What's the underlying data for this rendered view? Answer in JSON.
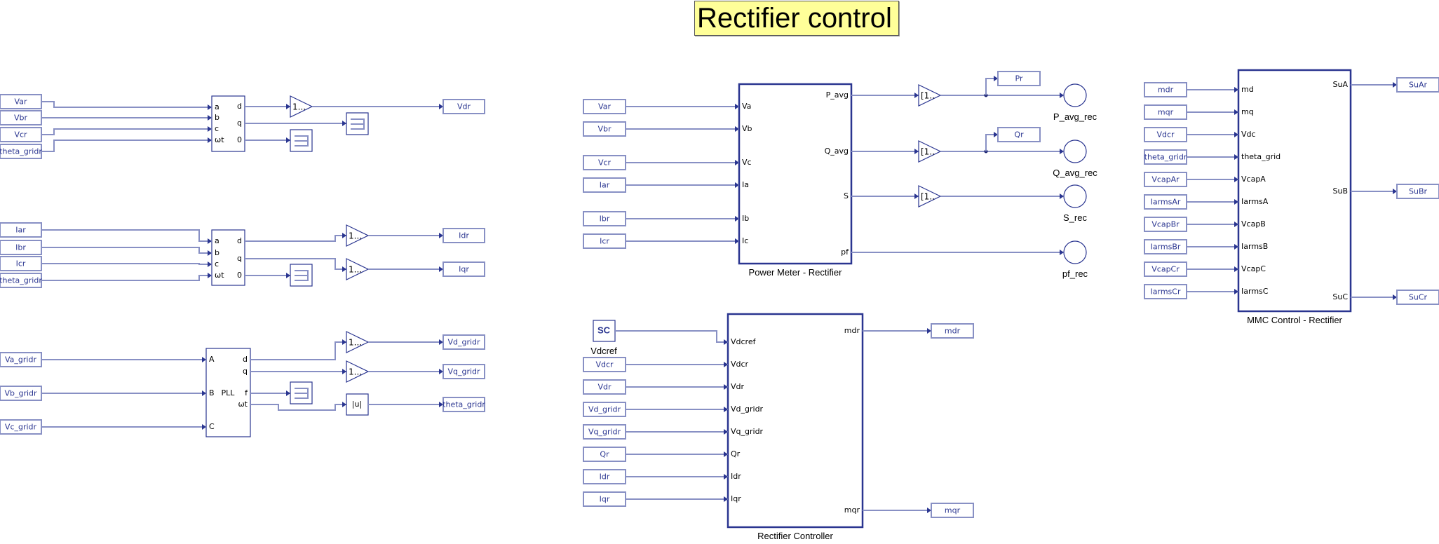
{
  "title": "Rectifier control",
  "colors": {
    "block_border": "#2a3590",
    "wire": "#8890c4",
    "title_bg": "#ffff99"
  },
  "abc_dq_v": {
    "inputs": [
      "Var",
      "Vbr",
      "Vcr",
      "theta_gridr"
    ],
    "in_ports": [
      "a",
      "b",
      "c",
      "ωt"
    ],
    "out_ports": [
      "d",
      "q",
      "0"
    ],
    "gain_label": "1...",
    "output_tag": "Vdr"
  },
  "abc_dq_i": {
    "inputs": [
      "Iar",
      "Ibr",
      "Icr",
      "theta_gridr"
    ],
    "in_ports": [
      "a",
      "b",
      "c",
      "ωt"
    ],
    "out_ports": [
      "d",
      "q",
      "0"
    ],
    "gain_labels": [
      "1...",
      "1..."
    ],
    "output_tags": [
      "Idr",
      "Iqr"
    ]
  },
  "pll": {
    "inputs": [
      "Va_gridr",
      "Vb_gridr",
      "Vc_gridr"
    ],
    "in_ports": [
      "A",
      "B",
      "C"
    ],
    "name": "PLL",
    "out_ports": [
      "d",
      "q",
      "f",
      "ωt"
    ],
    "gain_labels": [
      "1...",
      "1..."
    ],
    "abs_label": "|u|",
    "output_tags": [
      "Vd_gridr",
      "Vq_gridr",
      "theta_gridr"
    ]
  },
  "power_meter": {
    "label": "Power Meter - Rectifier",
    "inputs": [
      "Var",
      "Vbr",
      "Vcr",
      "Iar",
      "Ibr",
      "Icr"
    ],
    "in_ports": [
      "Va",
      "Vb",
      "Vc",
      "Ia",
      "Ib",
      "Ic"
    ],
    "out_ports": [
      "P_avg",
      "Q_avg",
      "S",
      "pf"
    ],
    "gain_label": "[1..",
    "goto_tags": [
      "Pr",
      "Qr"
    ],
    "outports": [
      "P_avg_rec",
      "Q_avg_rec",
      "S_rec",
      "pf_rec"
    ]
  },
  "rectifier_controller": {
    "label": "Rectifier Controller",
    "const_block": {
      "text": "SC",
      "name": "Vdcref"
    },
    "inputs": [
      "Vdcr",
      "Vdr",
      "Vd_gridr",
      "Vq_gridr",
      "Qr",
      "Idr",
      "Iqr"
    ],
    "in_ports": [
      "Vdcref",
      "Vdcr",
      "Vdr",
      "Vd_gridr",
      "Vq_gridr",
      "Qr",
      "Idr",
      "Iqr"
    ],
    "out_ports": [
      "mdr",
      "mqr"
    ],
    "output_tags": [
      "mdr",
      "mqr"
    ]
  },
  "mmc_control": {
    "label": "MMC Control - Rectifier",
    "inputs": [
      "mdr",
      "mqr",
      "Vdcr",
      "theta_gridr",
      "VcapAr",
      "IarmsAr",
      "VcapBr",
      "IarmsBr",
      "VcapCr",
      "IarmsCr"
    ],
    "in_ports": [
      "md",
      "mq",
      "Vdc",
      "theta_grid",
      "VcapA",
      "IarmsA",
      "VcapB",
      "IarmsB",
      "VcapC",
      "IarmsC"
    ],
    "out_ports": [
      "SuA",
      "SuB",
      "SuC"
    ],
    "output_tags": [
      "SuAr",
      "SuBr",
      "SuCr"
    ]
  }
}
